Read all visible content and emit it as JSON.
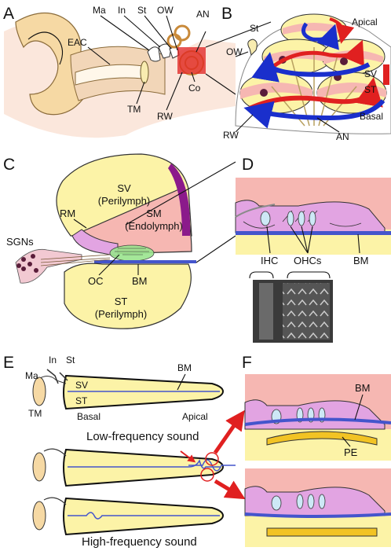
{
  "panels": [
    "A",
    "B",
    "C",
    "D",
    "E",
    "F"
  ],
  "panel_a": {
    "labels": {
      "ma": "Ma",
      "in": "In",
      "st": "St",
      "ow": "OW",
      "an": "AN",
      "eac": "EAC",
      "tm": "TM",
      "rw": "RW",
      "co": "Co"
    }
  },
  "panel_b": {
    "labels": {
      "apical": "Apical",
      "basal": "Basal",
      "st_top": "St",
      "ow": "OW",
      "sv": "SV",
      "st": "ST",
      "rw": "RW",
      "an": "AN"
    }
  },
  "panel_c": {
    "labels": {
      "sv": "SV",
      "sv_sub": "(Perilymph)",
      "rm": "RM",
      "sm": "SM",
      "sm_sub": "(Endolymph)",
      "sgns": "SGNs",
      "oc": "OC",
      "bm": "BM",
      "st": "ST",
      "st_sub": "(Perilymph)"
    }
  },
  "panel_d": {
    "labels": {
      "ihc": "IHC",
      "ohcs": "OHCs",
      "bm": "BM"
    }
  },
  "panel_e": {
    "labels": {
      "in": "In",
      "st": "St",
      "ma": "Ma",
      "tm": "TM",
      "sv": "SV",
      "st_duct": "ST",
      "bm": "BM",
      "basal": "Basal",
      "apical": "Apical"
    },
    "captions": {
      "low": "Low-frequency sound",
      "high": "High-frequency sound"
    }
  },
  "panel_f": {
    "labels": {
      "bm": "BM",
      "pe": "PE"
    }
  },
  "colors": {
    "perilymph": "#fcf3a7",
    "endolymph": "#f6b7b2",
    "organ": "#e2a4e2",
    "bone": "#f2d6b8",
    "basilar": "#4455cc",
    "arrow_red": "#e02020",
    "arrow_blue": "#1a2fcc",
    "pe": "#f2c324"
  }
}
